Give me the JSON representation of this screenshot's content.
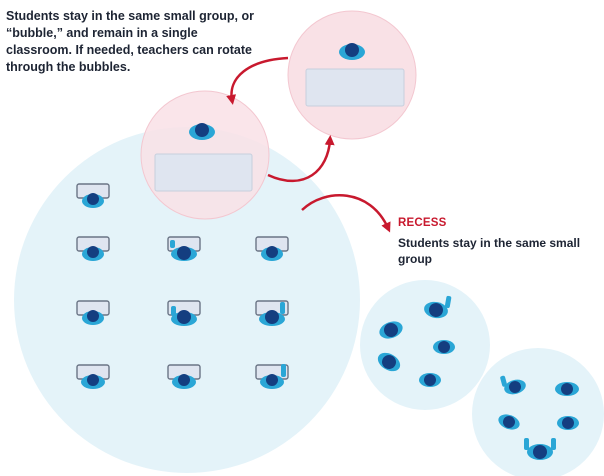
{
  "intro": {
    "text": "Students stay in the same small group, or “bubble,” and remain in a single classroom. If needed, teachers can rotate through the bubbles."
  },
  "recess": {
    "title": "RECESS",
    "text": "Students stay in the same small group"
  },
  "colors": {
    "bubble_fill": "#e4f3f9",
    "teacher_bubble_fill": "#f9e1e6",
    "teacher_bubble_edge": "#f3c7d0",
    "arrow": "#c8192e",
    "desk_fill": "#dfe5f0",
    "desk_edge": "#6a7485",
    "student_body": "#2aa6d6",
    "student_head": "#143e80",
    "text": "#1d2433"
  },
  "icons": {
    "student": "student-icon",
    "desk": "desk-icon",
    "teacher": "teacher-icon",
    "arrow": "curved-arrow-icon"
  }
}
